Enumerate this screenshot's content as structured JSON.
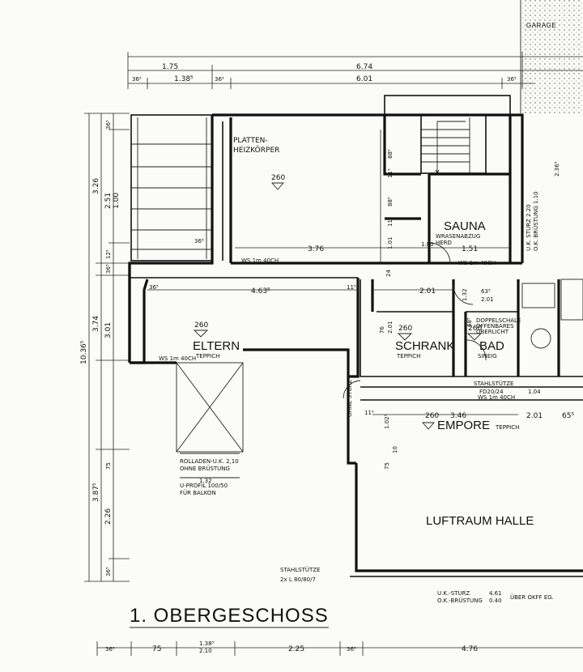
{
  "title": "1. OBERGESCHOSS",
  "rooms": {
    "garage": "GARAGE",
    "eltern": "ELTERN",
    "eltern_floor": "TEPPICH",
    "sauna": "SAUNA",
    "schrank": "SCHRANK",
    "schrank_floor": "TEPPICH",
    "bad": "BAD",
    "bad_floor": "SINEIG",
    "empore": "EMPORE",
    "empore_floor": "TEPPICH",
    "luftraum": "LUFTRAUM HALLE"
  },
  "notes": {
    "platten1": "PLATTEN-",
    "platten2": "HEIZKÖRPER",
    "wrasen1": "WRASENABZUG",
    "wrasen2": "HERD",
    "rolladen1": "ROLLADEN-U.K. 2,10",
    "rolladen2": "OHNE BRÜSTUNG",
    "uprofil1": "U-PROFIL 100/50",
    "uprofil2": "FÜR BALKON",
    "stahl1": "STAHLSTÜTZE",
    "stahl2": "2x L 80/80/7",
    "sturz1": "U.K.-STURZ",
    "sturz2": "O.K.-BRÜSTUNG",
    "sturz_val1": "4.61",
    "sturz_val2": "0.40",
    "sturz_note": "ÜBER OKFF EG.",
    "doppel1": "DOPPELSCHALE",
    "doppel2": "OFFENBARES",
    "doppel3": "OBERLICHT",
    "stahlstuetze_small": "STAHLSTÜTZE",
    "fd": "FD20/24",
    "ws1": "WS 1m 40CH",
    "ws2": "WS 1m 40CH",
    "ws3": "WS 1m 40CH",
    "ws4": "WS 1m 40CH",
    "ohne_sturz": "OHNE STURZ",
    "uk_sturz_right": "U.K. STURZ 2.20",
    "ok_br_right": "O.K. BRÜSTUNG 1.10"
  },
  "levels": {
    "l1": "260",
    "l2": "260",
    "l3": "260",
    "l4": "260",
    "l5": "260"
  },
  "dims_top": {
    "d1": "1.75",
    "d2": "6.74",
    "d3": "36⁵",
    "d4": "1.38⁵",
    "d5": "36⁵",
    "d6": "6.01",
    "d7": "36⁵"
  },
  "dims_left": {
    "a1": "10.36⁵",
    "b1": "3.26",
    "b2": "3.74",
    "b3": "3.87⁵",
    "c1": "2.51",
    "c2": "1.00",
    "c3": "3.01",
    "c4": "2.26",
    "e1": "36⁵",
    "e2": "12⁵",
    "e3": "36⁵",
    "e4": "75",
    "e5": "36⁵"
  },
  "dims_inner": {
    "i1": "3.76",
    "i2": "36⁵",
    "i3": "4.63⁵",
    "i4": "36⁵",
    "i5": "11⁵",
    "i6": "2.01",
    "i7": "1.51",
    "i8": "3.46",
    "i9": "2.01",
    "i10": "65⁵",
    "i11": "11⁵",
    "i12": "1.04",
    "i13": "88⁵",
    "i14": "11⁵",
    "i15": "88⁵",
    "i16": "11⁵",
    "i17": "1.01",
    "i18": "24",
    "i19": "76",
    "i20": "2.01",
    "i21": "68⁵",
    "i22": "1.32",
    "i23": "63⁵",
    "i24": "2.01",
    "i25": "1.80",
    "i26": "1.02⁵",
    "i27": "75",
    "i28": "10",
    "i29": "1.32",
    "i30": "2.36⁵"
  },
  "dims_bottom": {
    "f1": "36⁵",
    "f2": "75",
    "f3": "1.38⁵",
    "f4": "2.10",
    "f5": "2.25",
    "f6": "36⁵",
    "f7": "4.76"
  }
}
